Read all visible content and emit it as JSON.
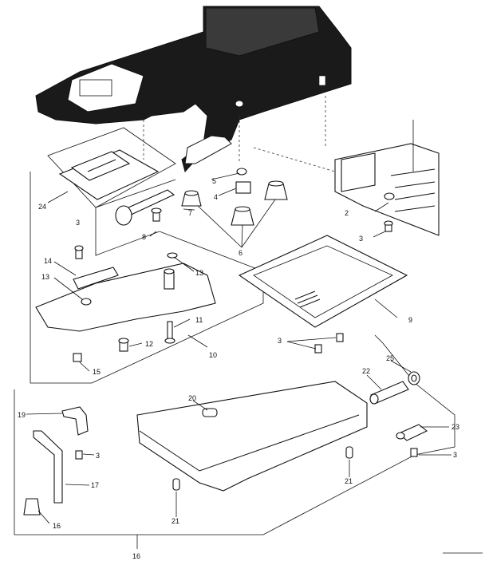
{
  "diagram": {
    "callouts": {
      "c2": "2",
      "c3a": "3",
      "c3b": "3",
      "c3c": "3",
      "c3d": "3",
      "c3e": "3",
      "c4": "4",
      "c5": "5",
      "c6": "6",
      "c7": "7",
      "c8": "8",
      "c9": "9",
      "c10": "10",
      "c11": "11",
      "c12": "12",
      "c13a": "13",
      "c13b": "13",
      "c14": "14",
      "c15": "15",
      "c16a": "16",
      "c16b": "16",
      "c17": "17",
      "c19": "19",
      "c20": "20",
      "c21a": "21",
      "c21b": "21",
      "c22": "22",
      "c23": "23",
      "c24": "24",
      "c25": "25"
    }
  }
}
